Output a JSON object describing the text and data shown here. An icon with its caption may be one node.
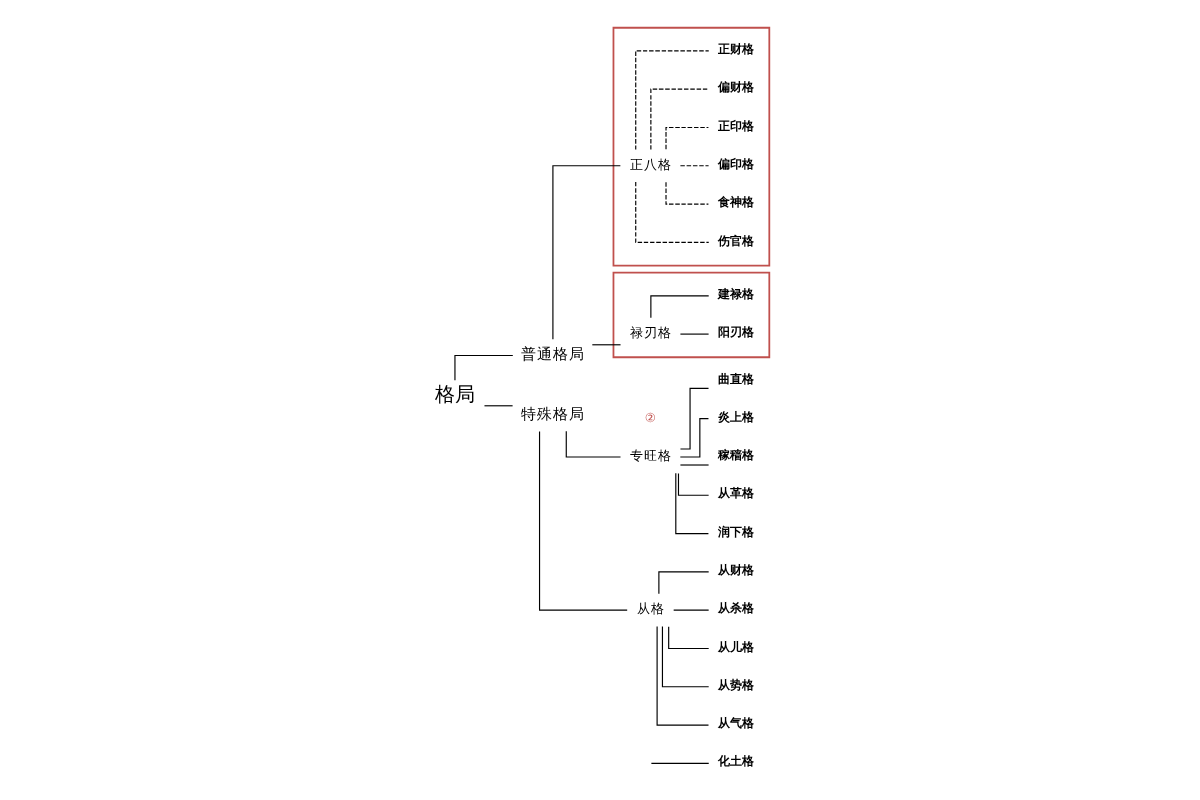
{
  "diagram": {
    "nodes": [
      {
        "text": [
          "格局"
        ]
      },
      {
        "text": [
          "普通格局"
        ]
      },
      {
        "text": [],
        "shape": "box"
      },
      {
        "text": [
          "正八格"
        ],
        "in": 2
      },
      {
        "text": [
          "正财格"
        ],
        "in": 2
      },
      {
        "text": [
          "偏财格"
        ],
        "in": 2
      },
      {
        "text": [
          "正印格"
        ],
        "in": 2
      },
      {
        "text": [
          "偏印格"
        ],
        "in": 2
      },
      {
        "text": [
          "食神格"
        ],
        "in": 2
      },
      {
        "text": [
          "伤官格"
        ],
        "in": 2
      },
      {
        "text": [],
        "shape": "box"
      },
      {
        "text": [
          "禄刃格"
        ],
        "in": 10
      },
      {
        "text": [
          "建禄格"
        ],
        "in": 10
      },
      {
        "text": [
          "阳刃格"
        ],
        "in": 10
      },
      {
        "text": [
          "特殊格局"
        ]
      },
      {
        "text": [
          "专旺格"
        ]
      },
      {
        "text": [
          "曲直格"
        ]
      },
      {
        "text": [
          "炎上格"
        ]
      },
      {
        "text": [
          "稼穑格"
        ]
      },
      {
        "text": [
          "从革格"
        ]
      },
      {
        "text": [
          "润下格"
        ]
      },
      {
        "text": [
          "从格"
        ]
      },
      {
        "text": [
          "从财格"
        ]
      },
      {
        "text": [
          "从杀格"
        ]
      },
      {
        "text": [
          "从儿格"
        ]
      },
      {
        "text": [
          "从势格"
        ]
      },
      {
        "text": [
          "从气格"
        ]
      },
      {
        "text": [
          "化土格"
        ]
      }
    ],
    "edges": [
      {
        "from": 0,
        "to": 1,
        "arrow": "none"
      },
      {
        "from": 0,
        "to": 14,
        "arrow": "none"
      },
      {
        "from": 1,
        "to": 3,
        "arrow": "none"
      },
      {
        "from": 1,
        "to": 11,
        "arrow": "none"
      },
      {
        "from": 3,
        "to": 4,
        "arrow": "none",
        "style": "dashed"
      },
      {
        "from": 3,
        "to": 5,
        "arrow": "none",
        "style": "dashed"
      },
      {
        "from": 3,
        "to": 6,
        "arrow": "none",
        "style": "dashed"
      },
      {
        "from": 3,
        "to": 7,
        "arrow": "none",
        "style": "dashed"
      },
      {
        "from": 3,
        "to": 8,
        "arrow": "none",
        "style": "dashed"
      },
      {
        "from": 3,
        "to": 9,
        "arrow": "none",
        "style": "dashed"
      },
      {
        "from": 11,
        "to": 12,
        "arrow": "none"
      },
      {
        "from": 11,
        "to": 13,
        "arrow": "none"
      },
      {
        "from": 14,
        "to": 15,
        "arrow": "none"
      },
      {
        "from": 14,
        "to": 21,
        "arrow": "none"
      },
      {
        "from": 15,
        "to": 16,
        "arrow": "none"
      },
      {
        "from": 15,
        "to": 17,
        "arrow": "none"
      },
      {
        "from": 15,
        "to": 18,
        "arrow": "none"
      },
      {
        "from": 15,
        "to": 19,
        "arrow": "none"
      },
      {
        "from": 15,
        "to": 20,
        "arrow": "none"
      },
      {
        "from": 21,
        "to": 22,
        "arrow": "none"
      },
      {
        "from": 21,
        "to": 23,
        "arrow": "none"
      },
      {
        "from": 21,
        "to": 24,
        "arrow": "none"
      },
      {
        "from": 21,
        "to": 25,
        "arrow": "none"
      },
      {
        "from": 21,
        "to": 26,
        "arrow": "none"
      },
      {
        "from": null,
        "to": 27,
        "arrow": "none"
      }
    ],
    "labels": [
      "②"
    ]
  }
}
